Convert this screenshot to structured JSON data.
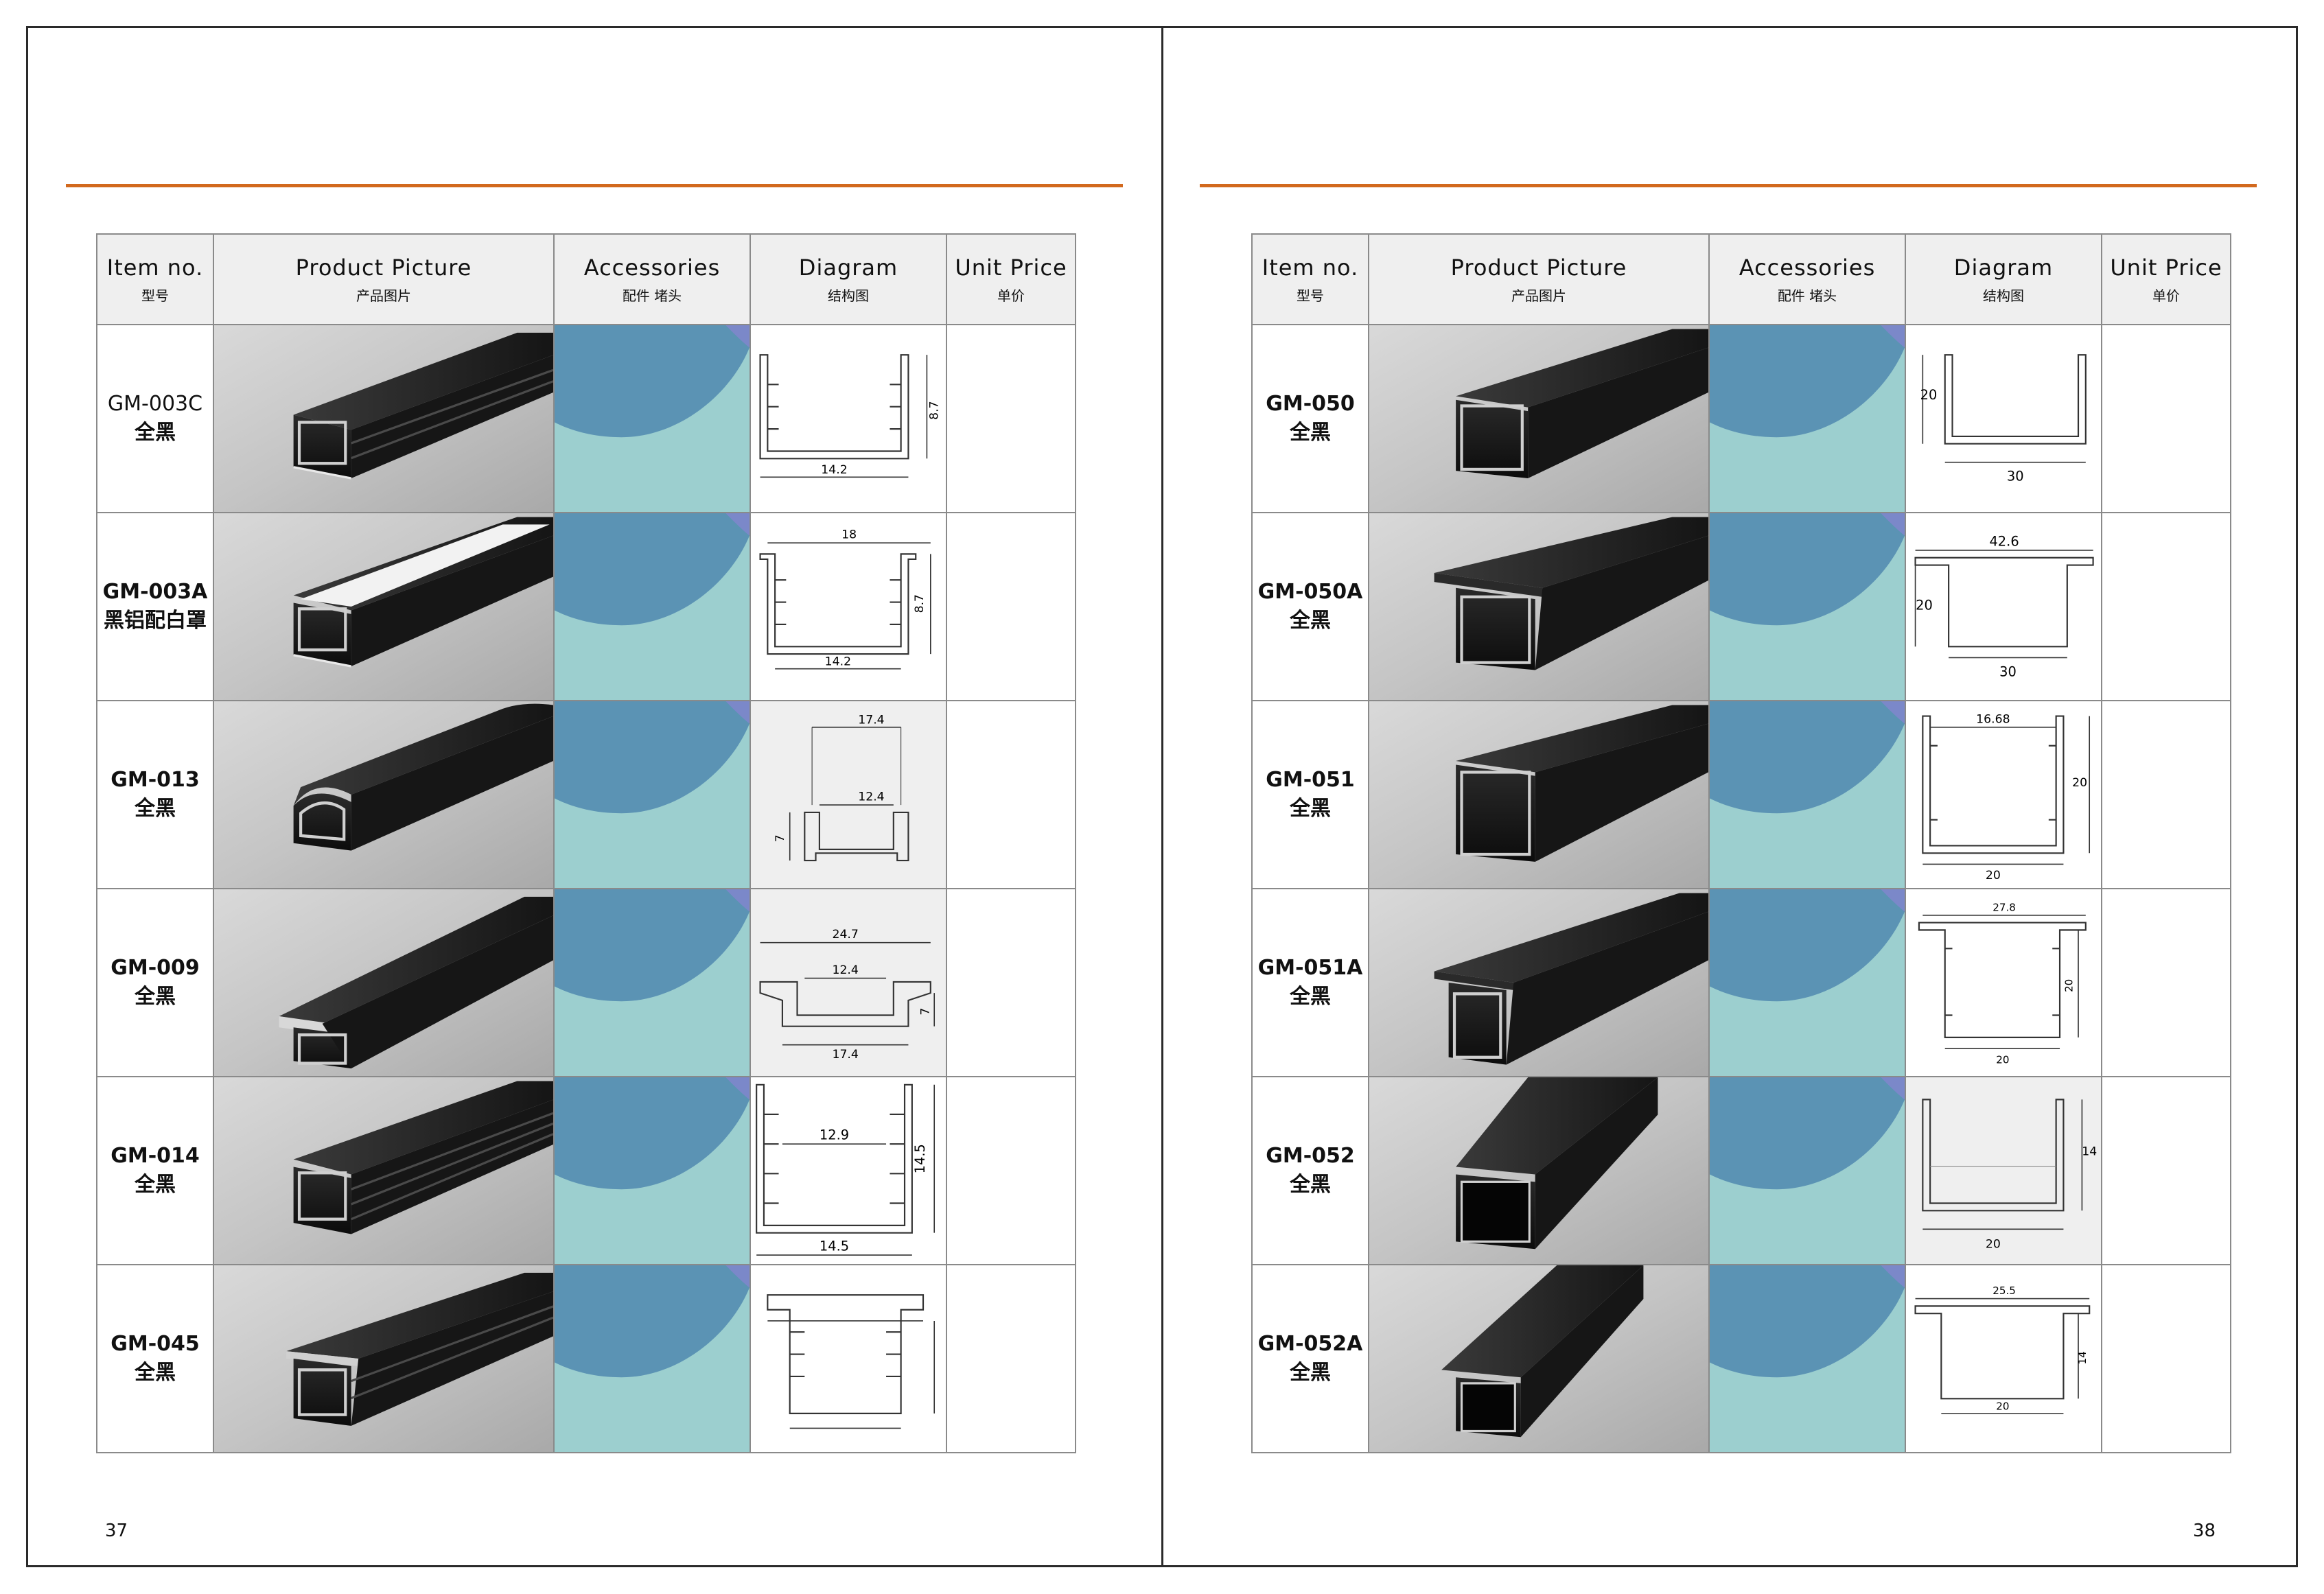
{
  "headers": {
    "item": {
      "en": "Item no.",
      "zh": "型号"
    },
    "picture": {
      "en": "Product Picture",
      "zh": "产品图片"
    },
    "accessories": {
      "en": "Accessories",
      "zh": "配件 堵头"
    },
    "diagram": {
      "en": "Diagram",
      "zh": "结构图"
    },
    "price": {
      "en": "Unit Price",
      "zh": "单价"
    }
  },
  "left_page": {
    "page_number": "37",
    "rows": [
      {
        "code": "GM-003C",
        "color": "全黑",
        "diagram": {
          "dims": [
            "14.2",
            "8.7"
          ]
        }
      },
      {
        "code": "GM-003A",
        "color": "黑铝配白罩",
        "diagram": {
          "dims": [
            "18",
            "14.2",
            "8.7"
          ]
        }
      },
      {
        "code": "GM-013",
        "color": "全黑",
        "diagram": {
          "dims": [
            "17.4",
            "12.4",
            "7"
          ]
        }
      },
      {
        "code": "GM-009",
        "color": "全黑",
        "diagram": {
          "dims": [
            "24.7",
            "12.4",
            "17.4",
            "7"
          ]
        }
      },
      {
        "code": "GM-014",
        "color": "全黑",
        "diagram": {
          "dims": [
            "12.9",
            "14.5",
            "14.5"
          ]
        }
      },
      {
        "code": "GM-045",
        "color": "全黑",
        "diagram": {
          "dims": []
        }
      }
    ]
  },
  "right_page": {
    "page_number": "38",
    "rows": [
      {
        "code": "GM-050",
        "color": "全黑",
        "diagram": {
          "dims": [
            "20",
            "30"
          ]
        }
      },
      {
        "code": "GM-050A",
        "color": "全黑",
        "diagram": {
          "dims": [
            "42.6",
            "20",
            "30"
          ]
        }
      },
      {
        "code": "GM-051",
        "color": "全黑",
        "diagram": {
          "dims": [
            "16.68",
            "20",
            "20"
          ]
        }
      },
      {
        "code": "GM-051A",
        "color": "全黑",
        "diagram": {
          "dims": [
            "27.8",
            "20",
            "20"
          ]
        }
      },
      {
        "code": "GM-052",
        "color": "全黑",
        "diagram": {
          "dims": [
            "14",
            "20"
          ]
        }
      },
      {
        "code": "GM-052A",
        "color": "全黑",
        "diagram": {
          "dims": [
            "25.5",
            "14",
            "20"
          ]
        }
      }
    ]
  },
  "colors": {
    "accent_rule": "#d2691e",
    "accessory_blue": "#5b93b4",
    "accessory_teal": "#9ccfcf",
    "header_bg": "#efefef"
  }
}
